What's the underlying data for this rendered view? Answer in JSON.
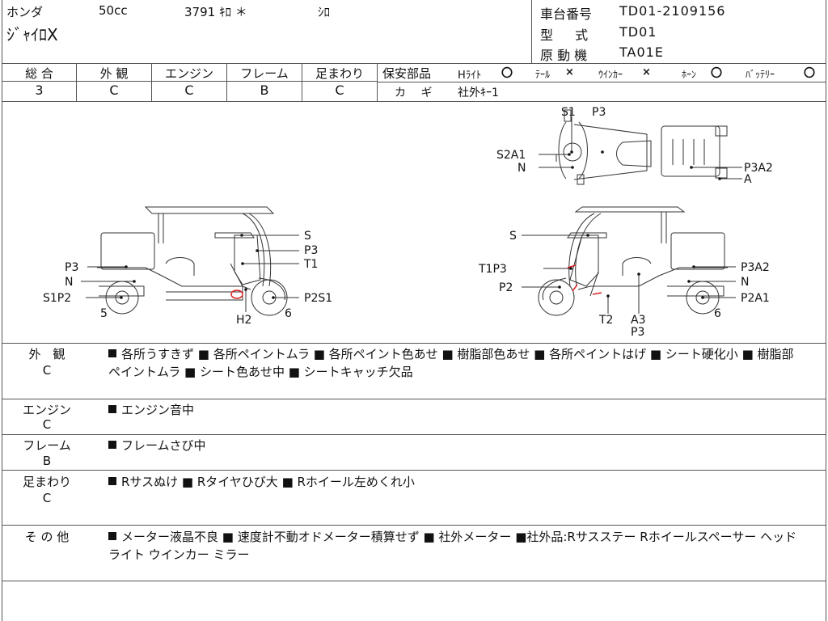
{
  "header": {
    "maker": "ホンダ",
    "displacement": "50cc",
    "mileage": "3791 ｷﾛ ＊",
    "color": "ｼﾛ",
    "model_name": "ｼﾞｬｲﾛX",
    "frame_no_label": "車台番号",
    "frame_no": "TD01-2109156",
    "type_label": "型 式",
    "type": "TD01",
    "engine_label": "原 動 機",
    "engine": "TA01E"
  },
  "grades": [
    {
      "label": "総 合",
      "value": "3"
    },
    {
      "label": "外 観",
      "value": "C"
    },
    {
      "label": "エンジン",
      "value": "C"
    },
    {
      "label": "フレーム",
      "value": "B"
    },
    {
      "label": "足まわり",
      "value": "C"
    }
  ],
  "safety": {
    "label": "保安部品",
    "items": [
      {
        "name": "Hﾗｲﾄ",
        "mark": "〇"
      },
      {
        "name": "ﾃｰﾙ",
        "mark": "×"
      },
      {
        "name": "ｳｲﾝｶｰ",
        "mark": "×"
      },
      {
        "name": "ﾎｰﾝ",
        "mark": "〇"
      },
      {
        "name": "ﾊﾞｯﾃﾘｰ",
        "mark": "〇"
      }
    ],
    "key_label": "カ ギ",
    "key_value": "社外ｷｰ1"
  },
  "diagram": {
    "top": {
      "S1": "S1",
      "P3_top": "P3",
      "S2A1": "S2A1",
      "N": "N",
      "P3A2": "P3A2",
      "A": "A"
    },
    "left": {
      "S": "S",
      "P3a": "P3",
      "T1": "T1",
      "P3b": "P3",
      "N": "N",
      "S1P2": "S1P2",
      "P2S1": "P2S1",
      "H2": "H2",
      "n5": "5",
      "n6": "6"
    },
    "right": {
      "S": "S",
      "T1P3": "T1P3",
      "P2": "P2",
      "P3A2": "P3A2",
      "N": "N",
      "P2A1": "P2A1",
      "T2": "T2",
      "A3": "A3",
      "P3": "P3",
      "n6": "6"
    }
  },
  "remarks": [
    {
      "label": "外　観",
      "grade": "C",
      "text": "各所うすきず ■ 各所ペイントムラ ■ 各所ペイント色あせ ■ 樹脂部色あせ ■ 各所ペイントはげ ■ シート硬化小 ■ 樹脂部ペイントムラ ■ シート色あせ中 ■ シートキャッチ欠品"
    },
    {
      "label": "エンジン",
      "grade": "C",
      "text": "エンジン音中"
    },
    {
      "label": "フレーム",
      "grade": "B",
      "text": "フレームさび中"
    },
    {
      "label": "足まわり",
      "grade": "C",
      "text": "Rサスぬけ ■ Rタイヤひび大 ■ Rホイール左めくれ小"
    },
    {
      "label": "そ の 他",
      "grade": "",
      "text": "メーター液晶不良 ■ 速度計不動オドメーター積算せず ■ 社外メーター ■社外品:Rサスステー Rホイールスペーサー ヘッドライト ウインカー ミラー"
    }
  ]
}
